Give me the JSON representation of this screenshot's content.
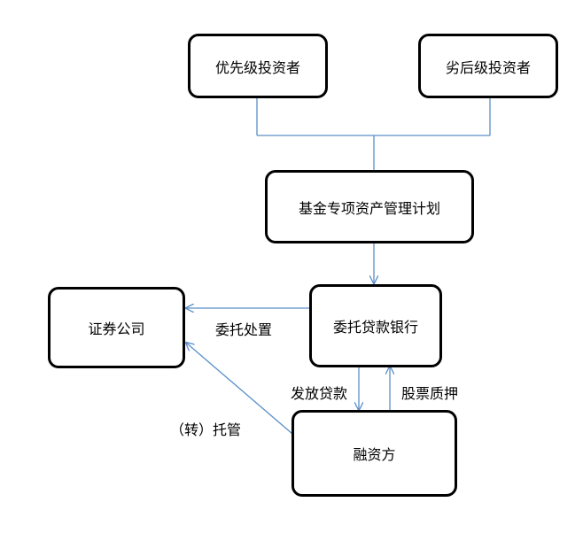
{
  "nodes": {
    "senior_investor": "优先级投资者",
    "junior_investor": "劣后级投资者",
    "fund_plan": "基金专项资产管理计划",
    "entrusted_bank": "委托贷款银行",
    "securities_company": "证券公司",
    "financing_party": "融资方"
  },
  "edges": {
    "entrusted_disposal": "委托处置",
    "issue_loan": "发放贷款",
    "stock_pledge": "股票质押",
    "transfer_custody": "（转）托管"
  },
  "colors": {
    "line": "#5b8fc7",
    "box_border": "#000000"
  }
}
